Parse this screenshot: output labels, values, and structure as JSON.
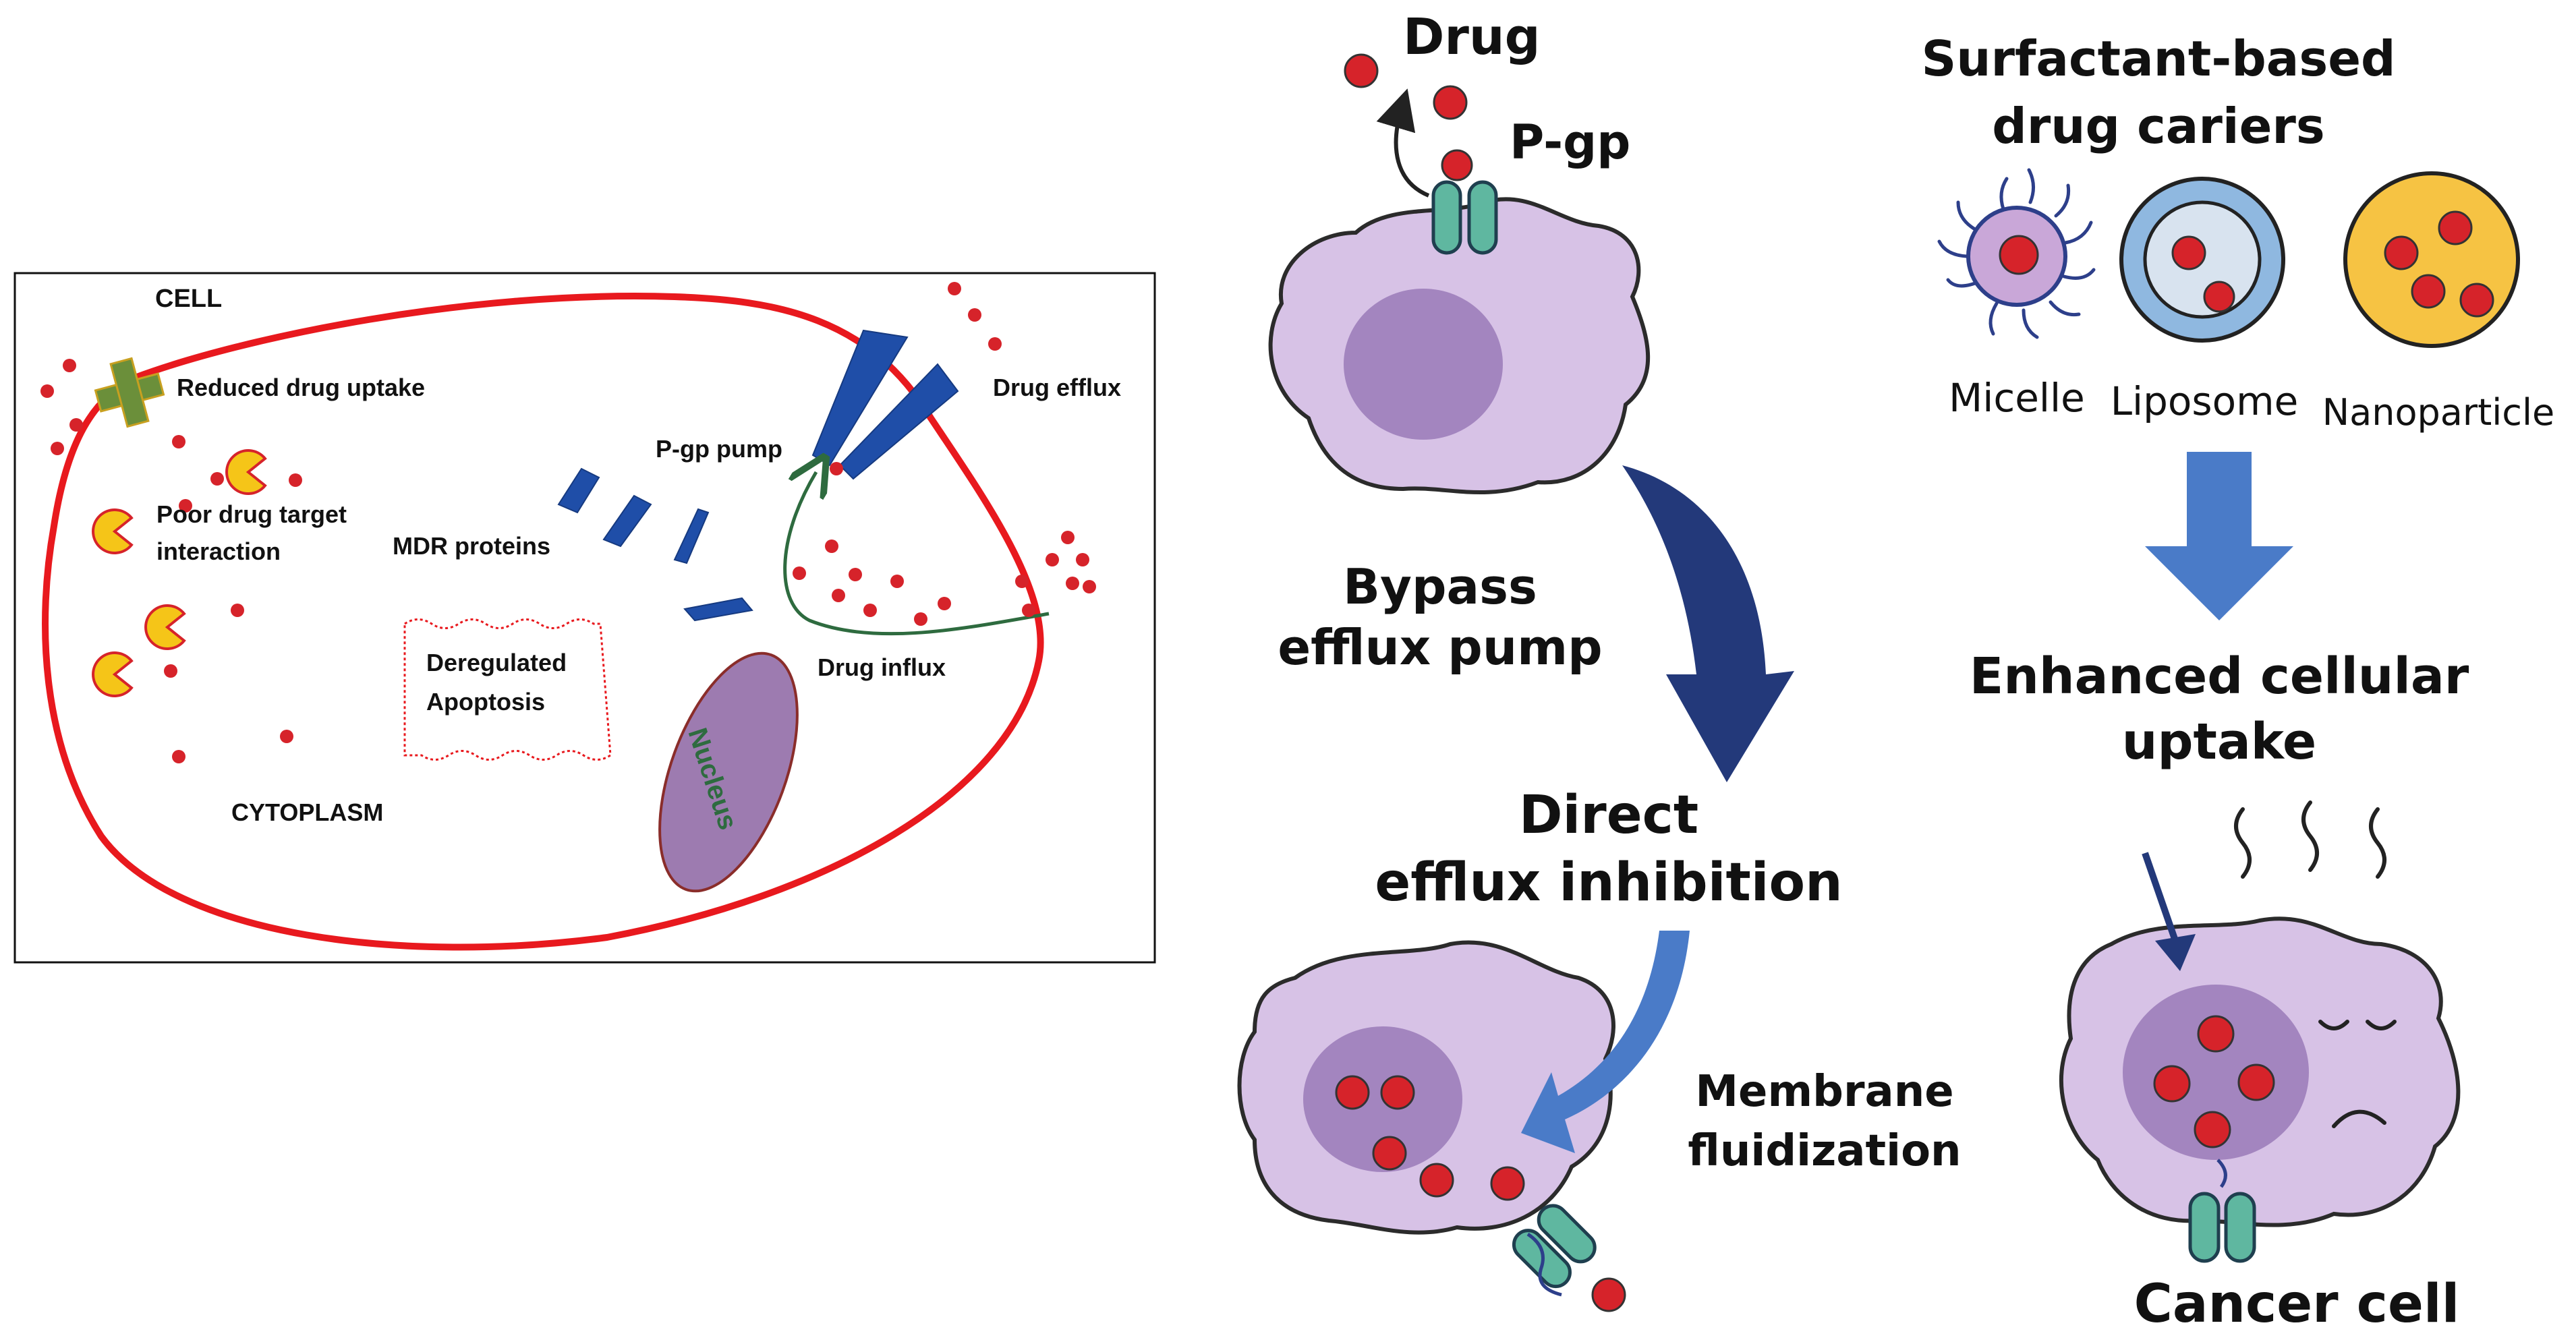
{
  "left_panel": {
    "labels": {
      "cell": "CELL",
      "reduced_uptake": "Reduced drug uptake",
      "drug_efflux": "Drug efflux",
      "poor_target_1": "Poor drug target",
      "poor_target_2": "interaction",
      "pgp_pump": "P-gp pump",
      "mdr_proteins": "MDR proteins",
      "deregulated_1": "Deregulated",
      "deregulated_2": "Apoptosis",
      "drug_influx": "Drug influx",
      "cytoplasm": "CYTOPLASM",
      "nucleus": "Nucleus"
    }
  },
  "right_panel": {
    "labels": {
      "drug": "Drug",
      "pgp": "P-gp",
      "surfactant_1": "Surfactant-based",
      "surfactant_2": "drug cariers",
      "micelle": "Micelle",
      "liposome": "Liposome",
      "nanoparticle": "Nanoparticle",
      "bypass_1": "Bypass",
      "bypass_2": "efflux pump",
      "enhanced_1": "Enhanced cellular",
      "enhanced_2": "uptake",
      "direct_1": "Direct",
      "direct_2": "efflux inhibition",
      "membrane_1": "Membrane",
      "membrane_2": "fluidization",
      "cancer_cell": "Cancer cell"
    }
  },
  "colors": {
    "cell_outline": "#e8191e",
    "drug_red": "#d6232a",
    "dark_blue": "#23397a",
    "arrow_blue": "#4a7bc8",
    "cell_purple": "#d7c2e6",
    "nucleus_purple": "#a385bf",
    "pgp_green": "#5fb7a0",
    "nanoparticle_yellow": "#f6c343",
    "liposome_blue": "#8fb8e0",
    "nucleus_left": "#9d7bb0",
    "pacman_yellow": "#f5c518",
    "plus_green": "#6b8f3a",
    "influx_green": "#2e6b3f"
  }
}
